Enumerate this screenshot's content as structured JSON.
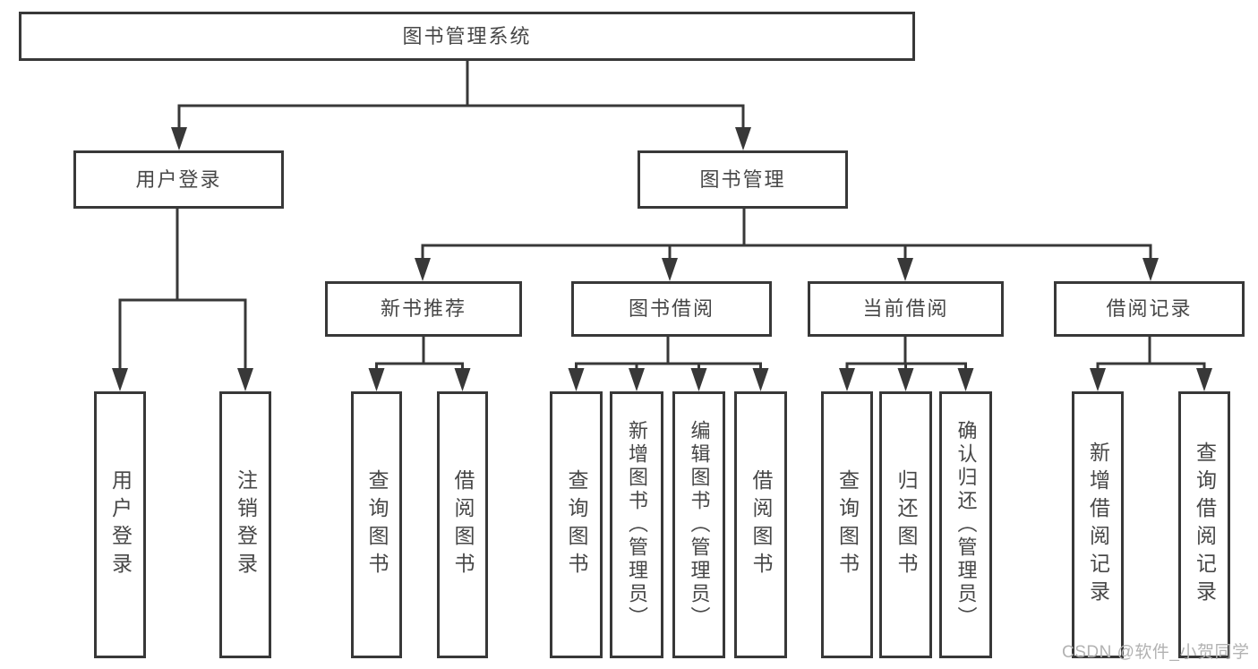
{
  "diagram": {
    "title": "图书管理系统",
    "root": {
      "label": "图书管理系统"
    },
    "branches": [
      {
        "label": "用户登录",
        "children": [
          {
            "label": "用户登录"
          },
          {
            "label": "注销登录"
          }
        ]
      },
      {
        "label": "图书管理",
        "groups": [
          {
            "label": "新书推荐",
            "children": [
              {
                "label": "查询图书"
              },
              {
                "label": "借阅图书"
              }
            ]
          },
          {
            "label": "图书借阅",
            "children": [
              {
                "label": "查询图书"
              },
              {
                "label": "新增图书（管理员）"
              },
              {
                "label": "编辑图书（管理员）"
              },
              {
                "label": "借阅图书"
              }
            ]
          },
          {
            "label": "当前借阅",
            "children": [
              {
                "label": "查询图书"
              },
              {
                "label": "归还图书"
              },
              {
                "label": "确认归还（管理员）"
              }
            ]
          },
          {
            "label": "借阅记录",
            "children": [
              {
                "label": "新增借阅记录"
              },
              {
                "label": "查询借阅记录"
              }
            ]
          }
        ]
      }
    ],
    "watermark": "CSDN @软件_小贺同学",
    "colors": {
      "line": "#383838",
      "text": "#474747",
      "background": "#ffffff",
      "watermark": "#b2b2b2"
    }
  }
}
